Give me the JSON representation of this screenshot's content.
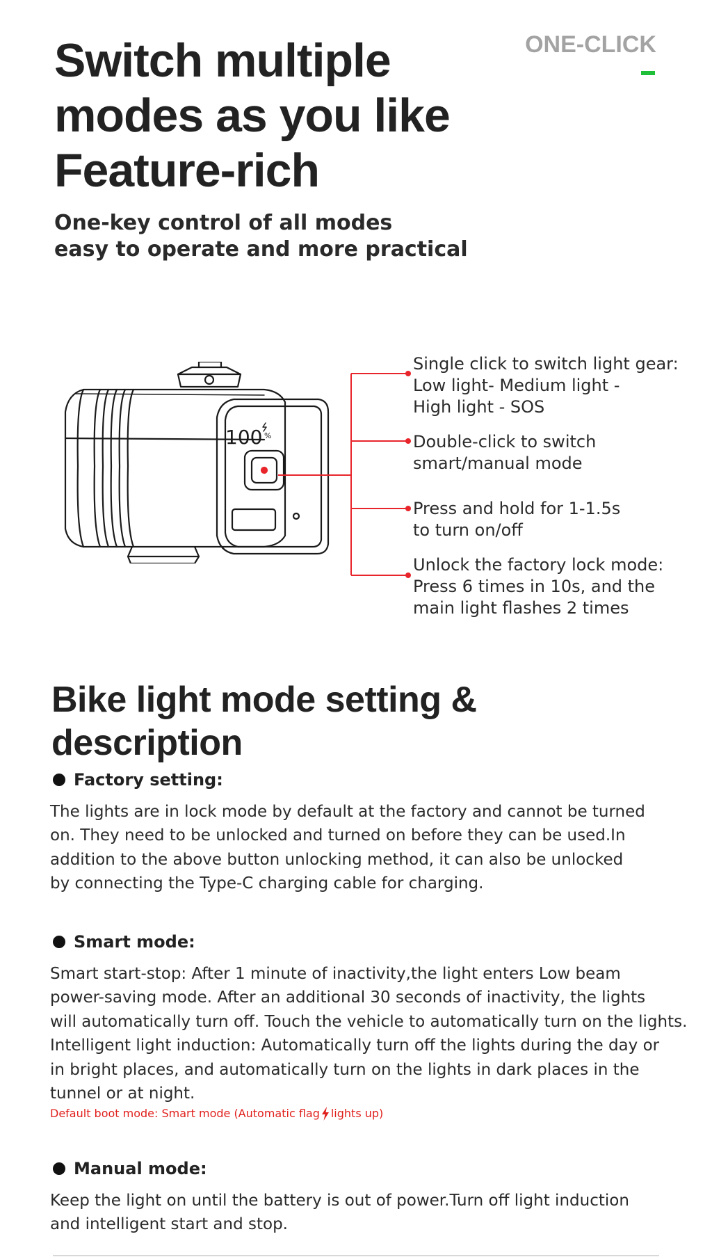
{
  "header": {
    "tag": "ONE-CLICK",
    "accent_color": "#1fbf3a",
    "title_lines": [
      "Switch multiple",
      "modes as you like",
      "Feature-rich"
    ],
    "subtitle_lines": [
      "One-key control of all modes",
      "easy to operate and more practical"
    ]
  },
  "diagram": {
    "display_value": "100",
    "display_unit": "%",
    "leader_color": "#e8252b",
    "callouts": [
      {
        "lines": [
          "Single click to switch light gear:",
          "Low light- Medium light -",
          "High light - SOS"
        ]
      },
      {
        "lines": [
          "Double-click to switch",
          "smart/manual mode"
        ]
      },
      {
        "lines": [
          "Press and hold for 1-1.5s",
          "to turn on/off"
        ]
      },
      {
        "lines": [
          "Unlock the factory lock mode:",
          "Press 6 times in 10s, and the",
          "main light flashes 2 times"
        ]
      }
    ]
  },
  "section": {
    "title": "Bike light mode setting & description",
    "items": [
      {
        "heading": "Factory setting:",
        "lines": [
          "The lights are in lock mode by default at the factory and cannot be turned",
          "on. They need to be unlocked and turned on before they can be used.In",
          "addition to the above button unlocking method, it can also be unlocked",
          "by connecting the Type-C charging cable for charging."
        ]
      },
      {
        "heading": "Smart mode:",
        "lines": [
          "Smart start-stop: After 1 minute of inactivity,the light enters Low beam",
          "power-saving mode. After an additional 30 seconds of inactivity, the lights",
          "will automatically turn off. Touch the vehicle to automatically turn on the lights.",
          "Intelligent light induction: Automatically turn off the lights during the day or",
          "in bright places, and automatically turn on the lights in dark places in the",
          "tunnel or at night."
        ],
        "note_before": "Default boot mode: Smart mode (Automatic flag",
        "note_after": "lights up)",
        "note_icon": "lightning-bolt-icon",
        "note_color": "#e0201c"
      },
      {
        "heading": "Manual mode:",
        "lines": [
          "Keep the light on until the battery is out of power.Turn off light induction",
          "and intelligent start and stop."
        ]
      }
    ]
  }
}
